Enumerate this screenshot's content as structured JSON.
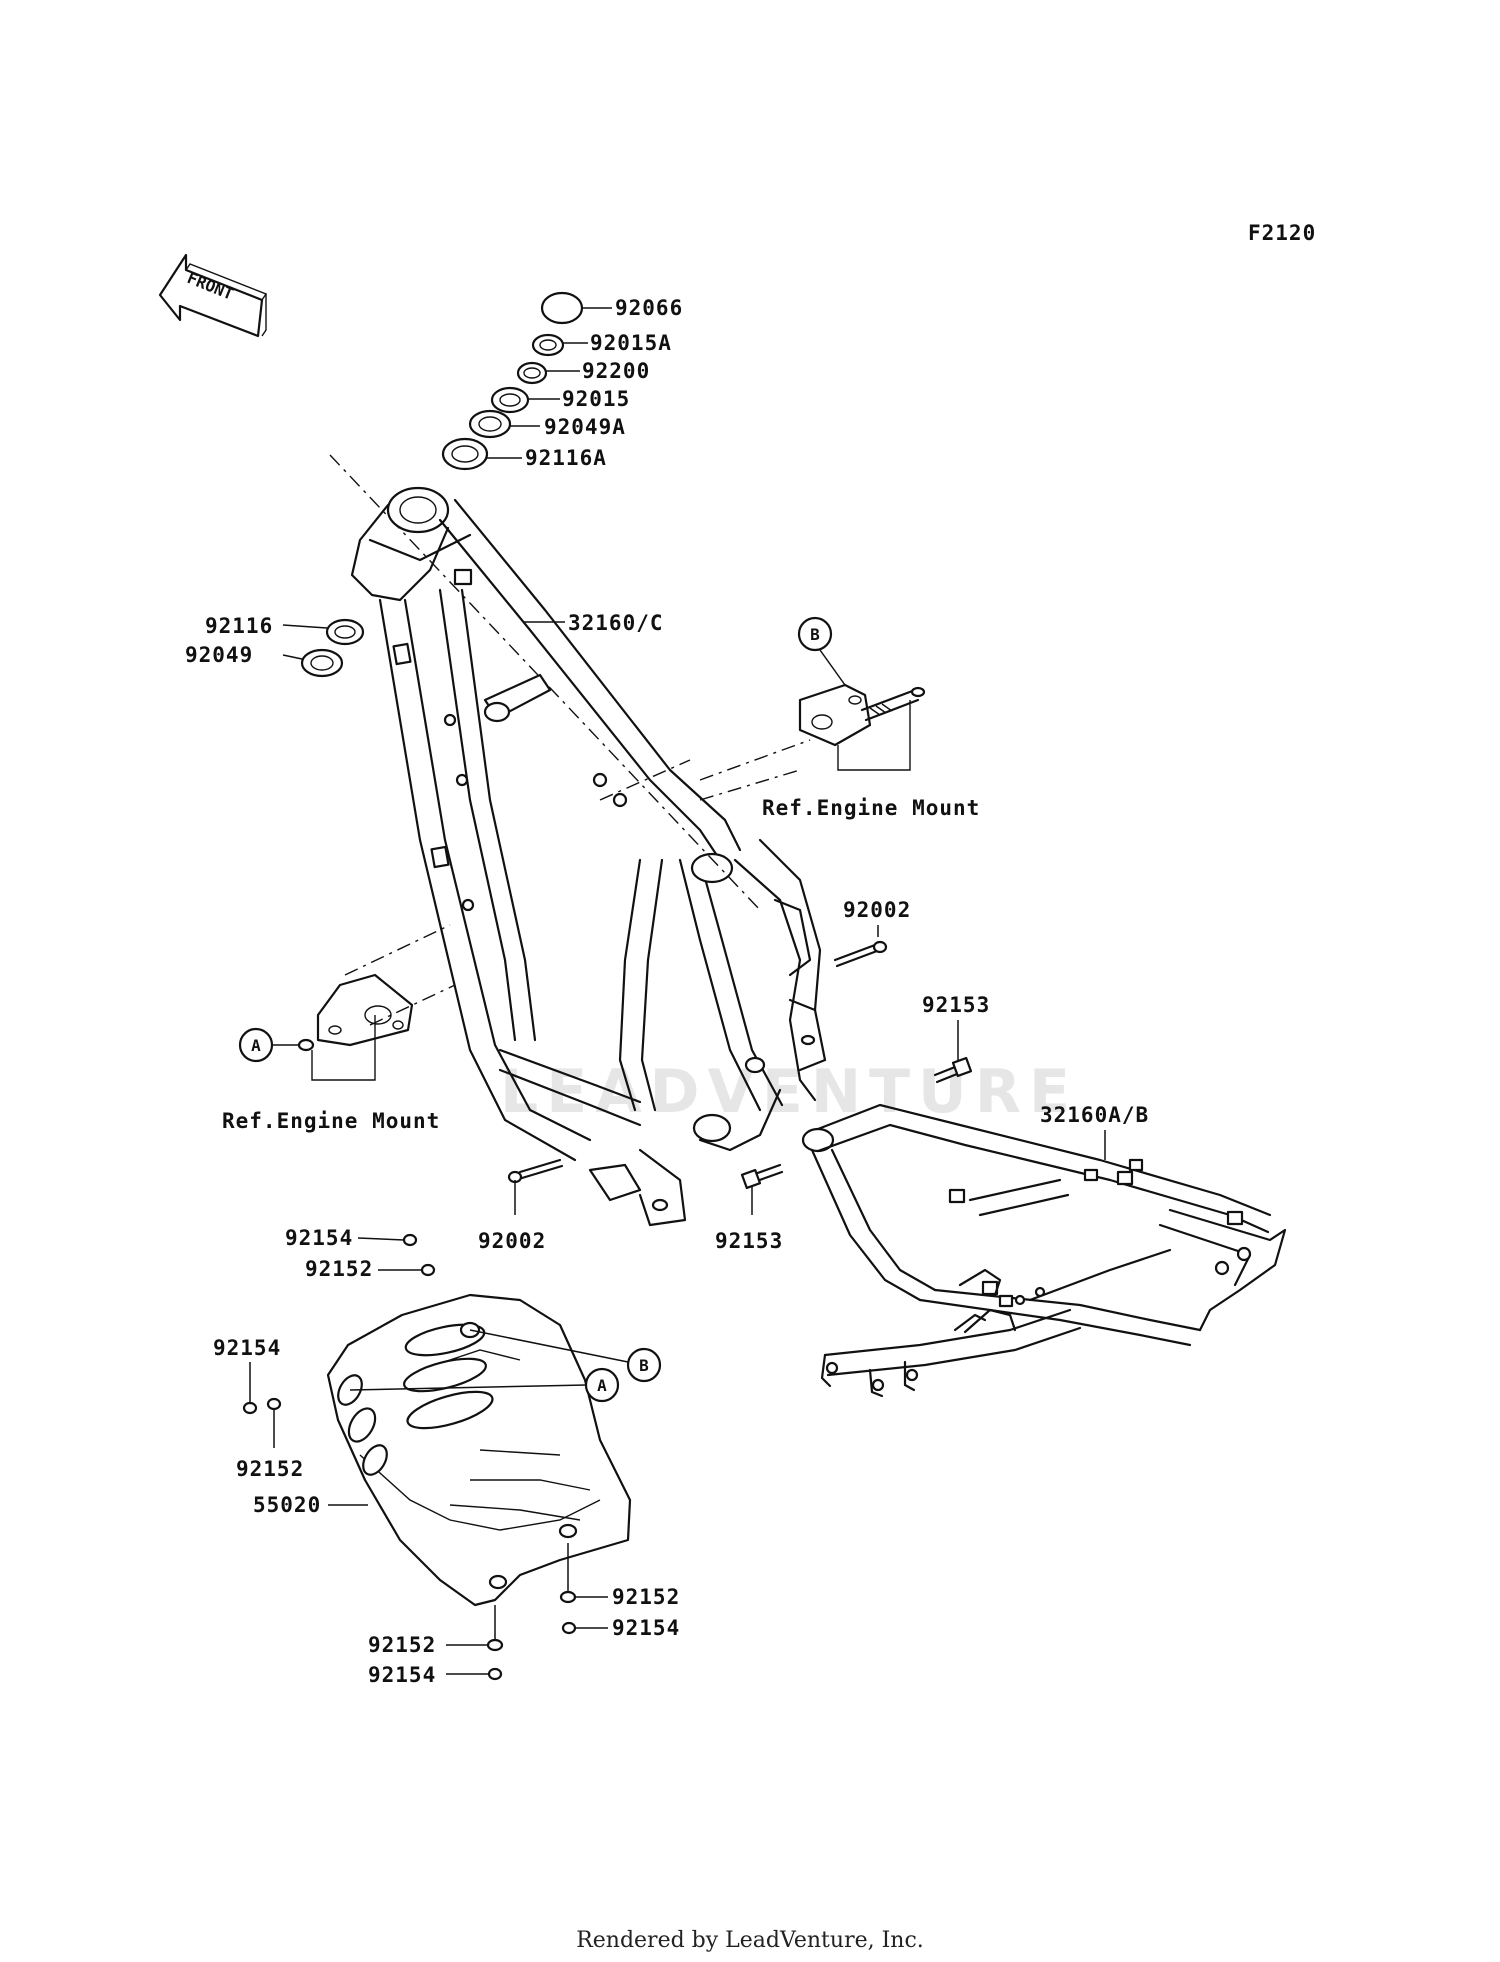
{
  "diagram_code": "F2120",
  "front_label": "FRONT",
  "footer": "Rendered by LeadVenture, Inc.",
  "watermark": "LEADVENTURE",
  "callouts": {
    "p92066": "92066",
    "p92015A": "92015A",
    "p92200": "92200",
    "p92015": "92015",
    "p92049A": "92049A",
    "p92116A": "92116A",
    "p92116": "92116",
    "p92049": "92049",
    "p32160C": "32160/C",
    "p92002_top": "92002",
    "p92153_top": "92153",
    "p32160AB": "32160A/B",
    "p92002_bottom": "92002",
    "p92153_bottom": "92153",
    "p92154_a": "92154",
    "p92152_a": "92152",
    "p92154_b": "92154",
    "p92152_b": "92152",
    "p55020": "55020",
    "p92152_c": "92152",
    "p92154_c": "92154",
    "p92152_d": "92152",
    "p92154_d": "92154"
  },
  "references": {
    "ref_engine_mount_top": "Ref.Engine Mount",
    "ref_engine_mount_left": "Ref.Engine Mount"
  },
  "markers": {
    "a_left": "A",
    "b_top": "B",
    "a_plate": "A",
    "b_plate": "B"
  }
}
